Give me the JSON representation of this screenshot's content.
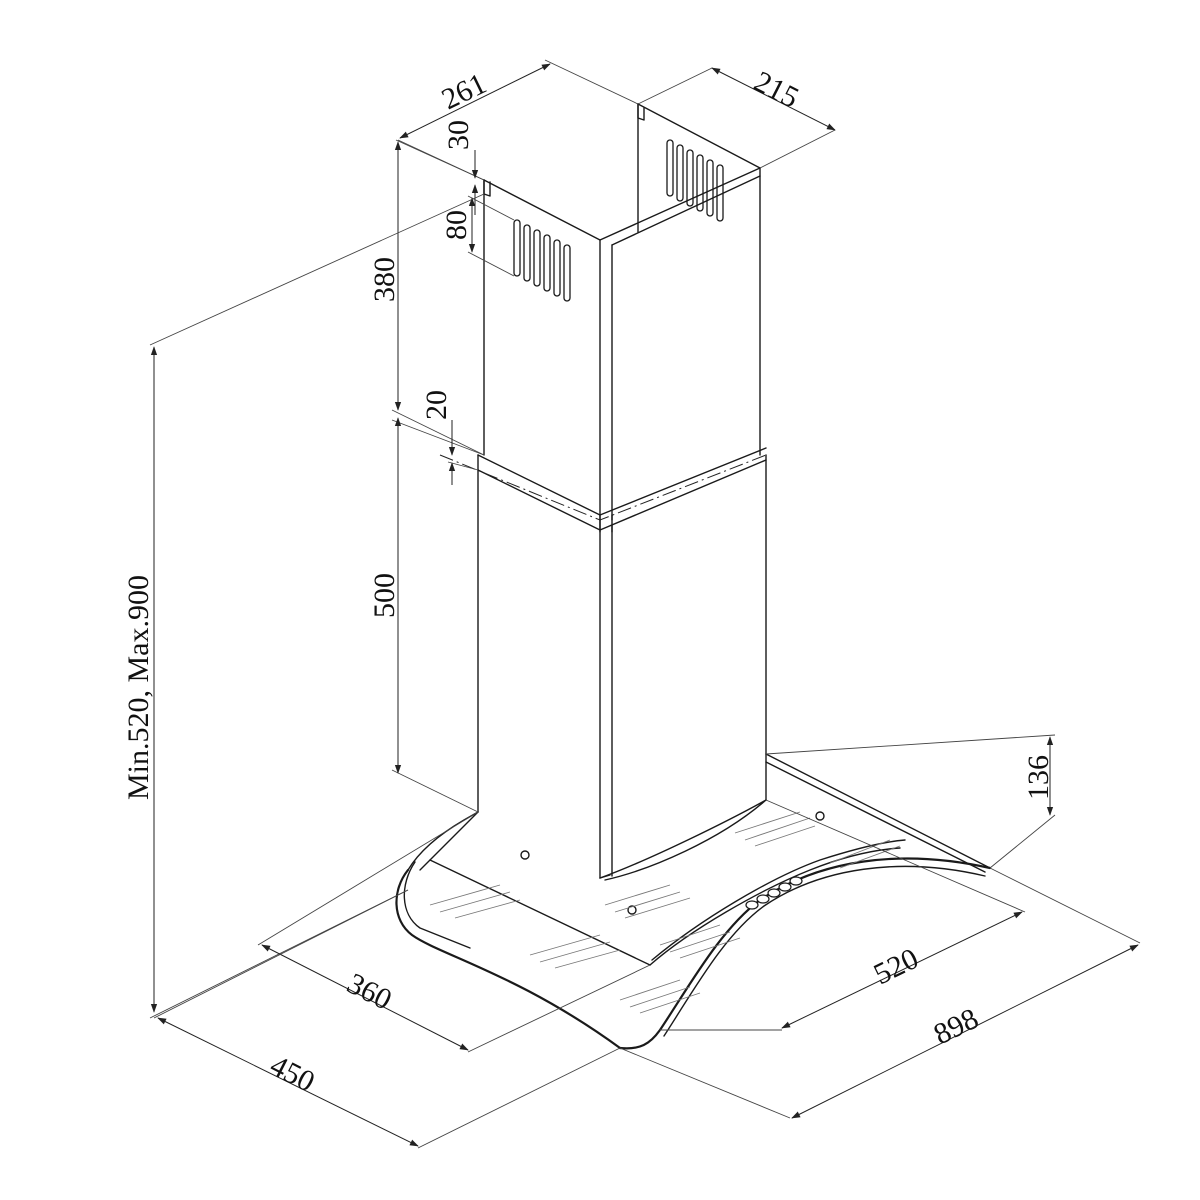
{
  "diagram": {
    "dimensions": {
      "chimney_depth": "261",
      "chimney_width": "215",
      "top_gap": "30",
      "vent_height": "80",
      "upper_chimney": "380",
      "overlap": "20",
      "lower_chimney": "500",
      "total_height": "Min.520, Max.900",
      "canopy_height": "136",
      "canopy_depth_inner": "360",
      "canopy_depth": "450",
      "canopy_width_inner": "520",
      "canopy_width": "898"
    }
  }
}
